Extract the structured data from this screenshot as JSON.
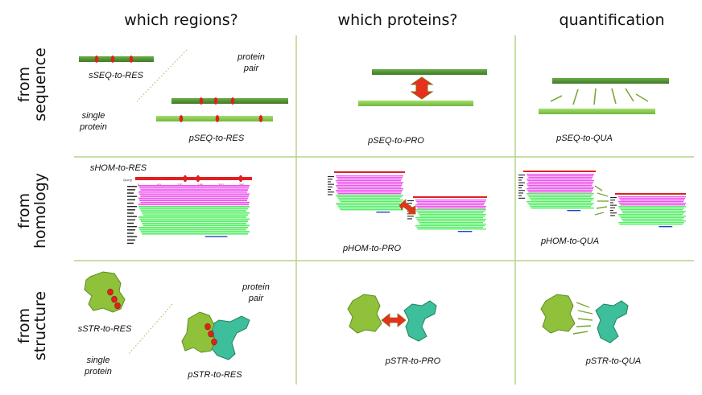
{
  "columns": {
    "regions": "which regions?",
    "proteins": "which proteins?",
    "quantification": "quantification"
  },
  "rows": {
    "sequence": [
      "from",
      "sequence"
    ],
    "homology": [
      "from",
      "homology"
    ],
    "structure": [
      "from",
      "structure"
    ]
  },
  "labels": {
    "sSEQ": "sSEQ-to-RES",
    "pSEQ_RES": "pSEQ-to-RES",
    "pSEQ_PRO": "pSEQ-to-PRO",
    "pSEQ_QUA": "pSEQ-to-QUA",
    "sHOM": "sHOM-to-RES",
    "pHOM_PRO": "pHOM-to-PRO",
    "pHOM_QUA": "pHOM-to-QUA",
    "sSTR": "sSTR-to-RES",
    "pSTR_RES": "pSTR-to-RES",
    "pSTR_PRO": "pSTR-to-PRO",
    "pSTR_QUA": "pSTR-to-QUA",
    "protein_pair_seq": [
      "protein",
      "pair"
    ],
    "single_protein_seq": [
      "single",
      "protein"
    ],
    "protein_pair_str": [
      "protein",
      "pair"
    ],
    "single_protein_str": [
      "single",
      "protein"
    ]
  },
  "alignment_ticks": [
    "0",
    "60",
    "120",
    "180",
    "240",
    "300"
  ],
  "colors": {
    "dark_green_bar": "#5a9a3a",
    "light_green_bar": "#8fcf57",
    "residue_red": "#e02020",
    "arrow_red": "#e8301c",
    "arrow_edge": "#8a6a20",
    "magenta_alignment": "#ee55ee",
    "green_alignment": "#55ee66",
    "grid_line": "#b7d48a",
    "protein_yellow_green": "#8fc23a",
    "protein_teal": "#3cbf9a"
  }
}
